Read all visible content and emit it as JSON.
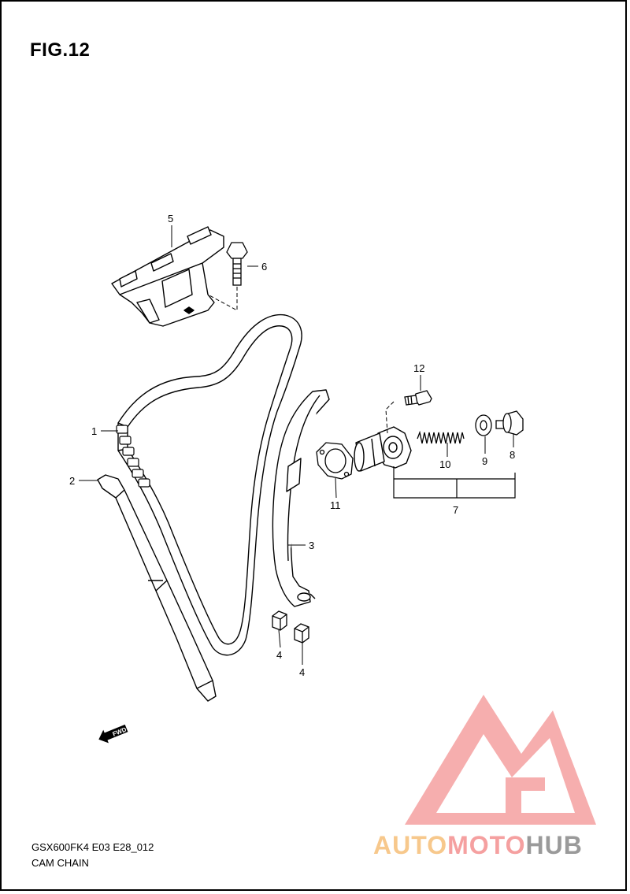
{
  "figure": {
    "title": "FIG.12"
  },
  "footer": {
    "model_code": "GSX600FK4 E03 E28_012",
    "section_title": "CAM CHAIN"
  },
  "watermark": {
    "part1": "AUTO",
    "part2": "MOTO",
    "part3": "HUB",
    "colors": {
      "auto": "#f7c88c",
      "moto": "#f5a0a0",
      "hub": "#9a9a9a",
      "logo": "#f5a0a0"
    }
  },
  "callouts": {
    "c1": "1",
    "c2": "2",
    "c3": "3",
    "c4a": "4",
    "c4b": "4",
    "c5": "5",
    "c6": "6",
    "c7": "7",
    "c8": "8",
    "c9": "9",
    "c10": "10",
    "c11": "11",
    "c12": "12"
  },
  "badge": {
    "fwd": "FWD"
  }
}
